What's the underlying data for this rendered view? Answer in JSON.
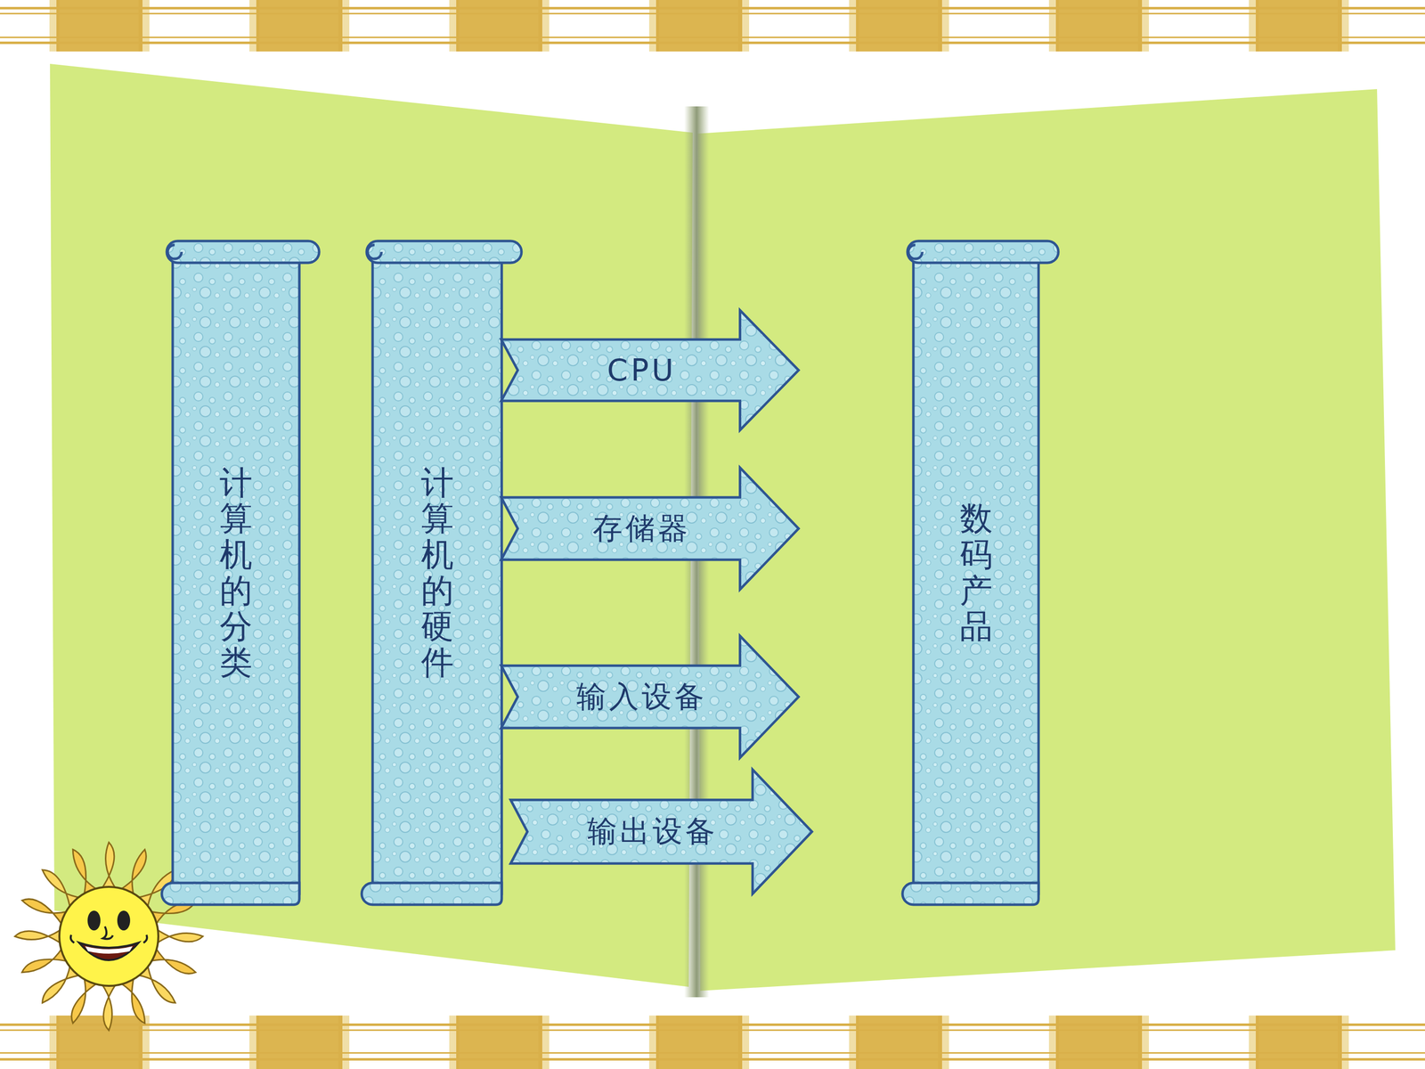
{
  "diagram": {
    "nodes": [
      {
        "text": [
          "计算机的分类"
        ]
      },
      {
        "text": [
          "计算机的硬件"
        ]
      },
      {
        "text": [
          "CPU"
        ]
      },
      {
        "text": [
          "存储器"
        ]
      },
      {
        "text": [
          "输入设备"
        ]
      },
      {
        "text": [
          "输出设备"
        ]
      },
      {
        "text": [
          "数码产品"
        ]
      }
    ]
  }
}
